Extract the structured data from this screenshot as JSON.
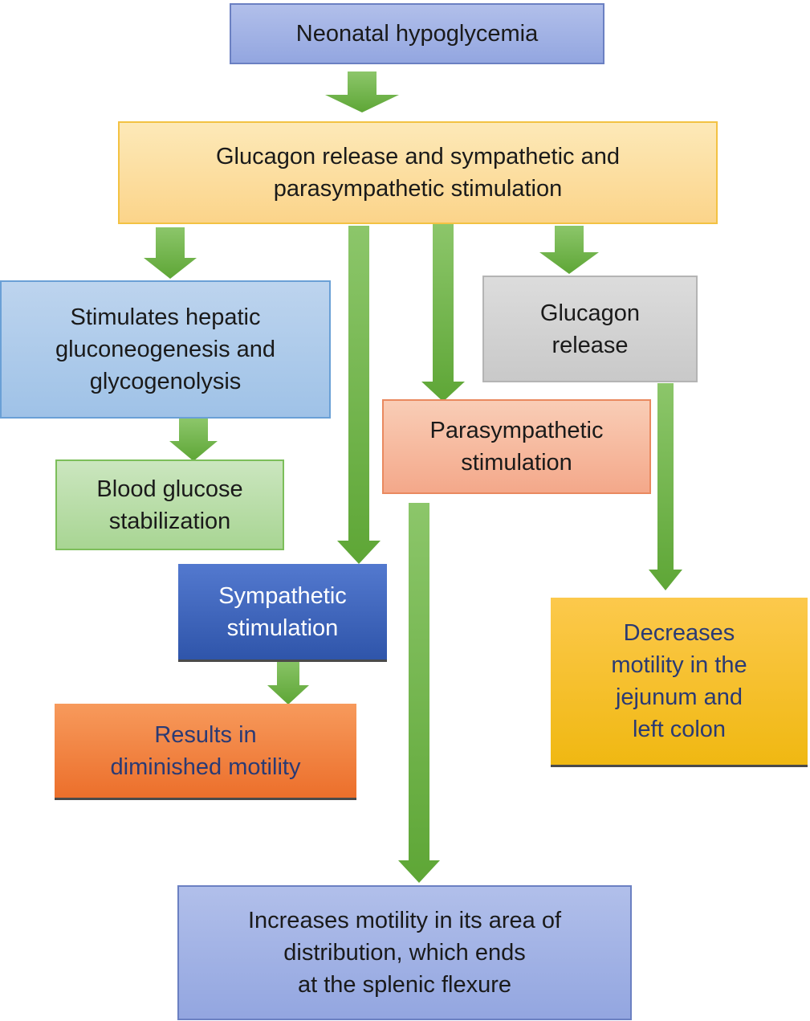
{
  "boxes": {
    "neonatal": "Neonatal hypoglycemia",
    "glucagon_release_symp": "Glucagon release and sympathetic and\nparasympathetic stimulation",
    "hepatic": "Stimulates hepatic\ngluconeogenesis and\nglycogenolysis",
    "blood_glucose": "Blood glucose\nstabilization",
    "glucagon": "Glucagon\nrelease",
    "parasymp": "Parasympathetic\nstimulation",
    "symp": "Sympathetic\nstimulation",
    "diminished": "Results in\ndiminished motility",
    "decreases": "Decreases\nmotility in the\njejunum and\nleft colon",
    "increases": "Increases motility in its area of\ndistribution, which ends\nat the splenic flexure"
  },
  "colors": {
    "arrow_light": "#8cc66a",
    "arrow_dark": "#5ea636",
    "box_text_dark": "#2a3a74"
  }
}
